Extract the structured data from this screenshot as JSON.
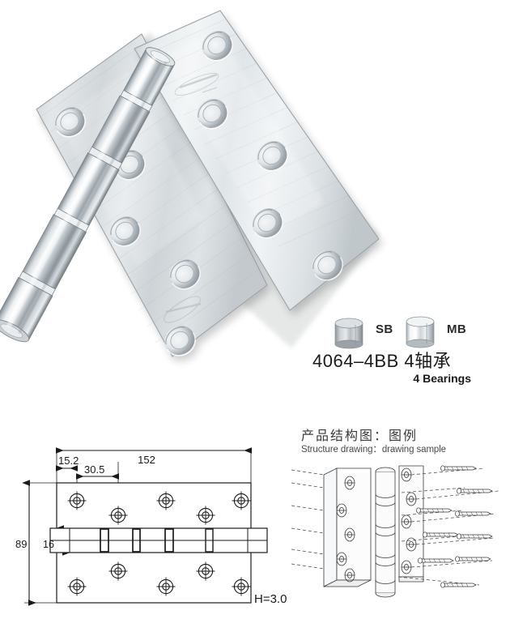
{
  "product": {
    "model_number": "4064–4BB 4轴承",
    "model_sub": "4 Bearings",
    "photo_alt": "stainless-steel-ball-bearing-door-hinge"
  },
  "bearing_caps": [
    {
      "code": "SB",
      "name": "satin-brushed-cap"
    },
    {
      "code": "MB",
      "name": "mirror-bright-cap"
    }
  ],
  "tech_drawing": {
    "dim_length": "152",
    "dim_edge": "15.2",
    "dim_pitch": "30.5",
    "dim_width": "89",
    "dim_knuckle": "16",
    "thickness": "H=3.0"
  },
  "structure": {
    "title_cn": "产品结构图：图例",
    "title_en": "Structure drawing：drawing sample"
  },
  "colors": {
    "line": "#1a1a1a",
    "steel_light": "#f2f4f5",
    "steel_mid": "#c9ced2",
    "steel_dark": "#8e969c",
    "background": "#ffffff"
  }
}
